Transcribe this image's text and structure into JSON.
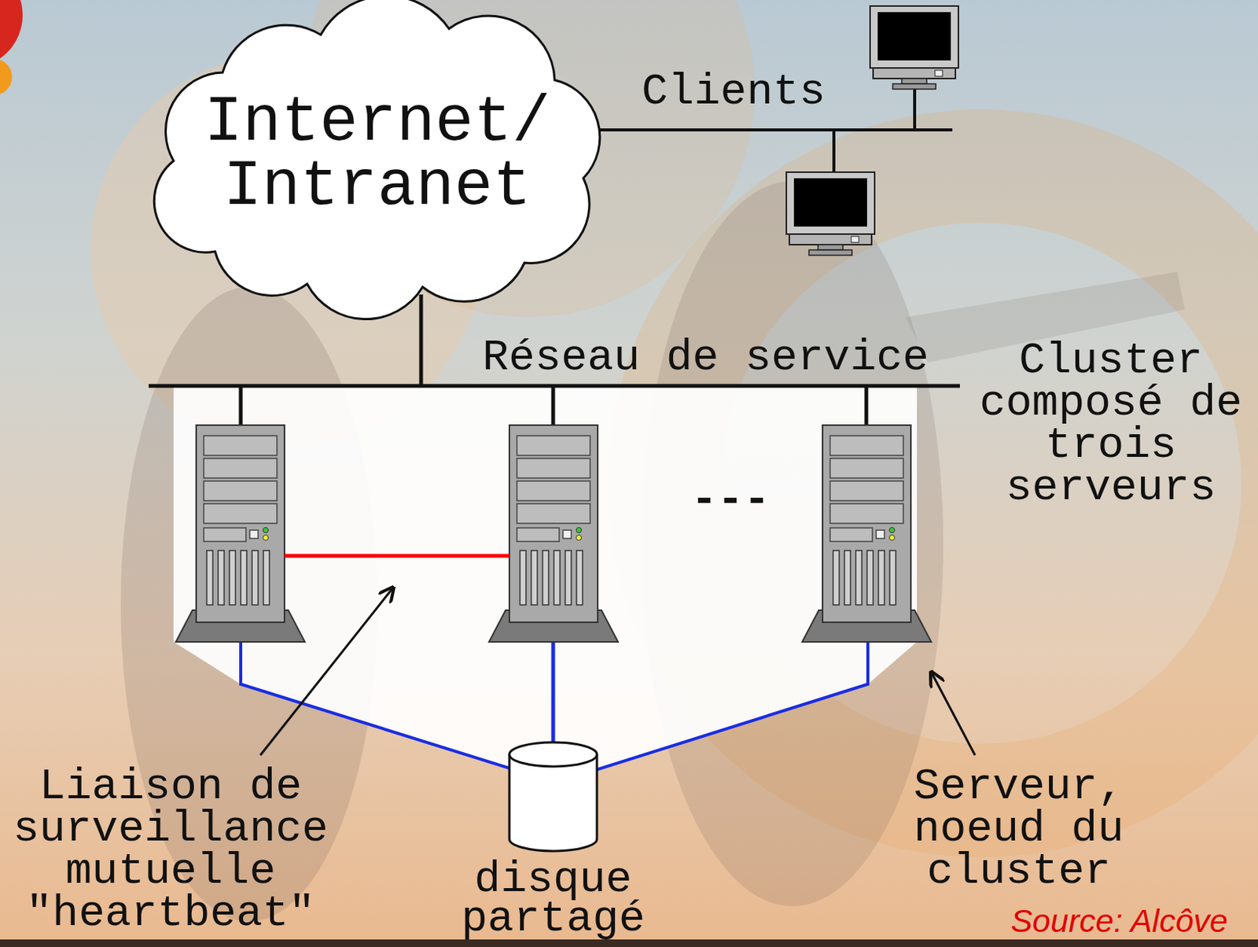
{
  "diagram": {
    "nodes": [
      {
        "text": [
          "Internet/ Intranet"
        ]
      },
      {
        "text": [
          "disque partagé"
        ]
      }
    ],
    "labels": [
      "Clients",
      "Réseau de service",
      "Cluster composé de trois serveurs",
      "---",
      "Liaison de surveillance mutuelle \"heartbeat\"",
      "Serveur, noeud du cluster",
      "Source: Alcôve"
    ]
  }
}
